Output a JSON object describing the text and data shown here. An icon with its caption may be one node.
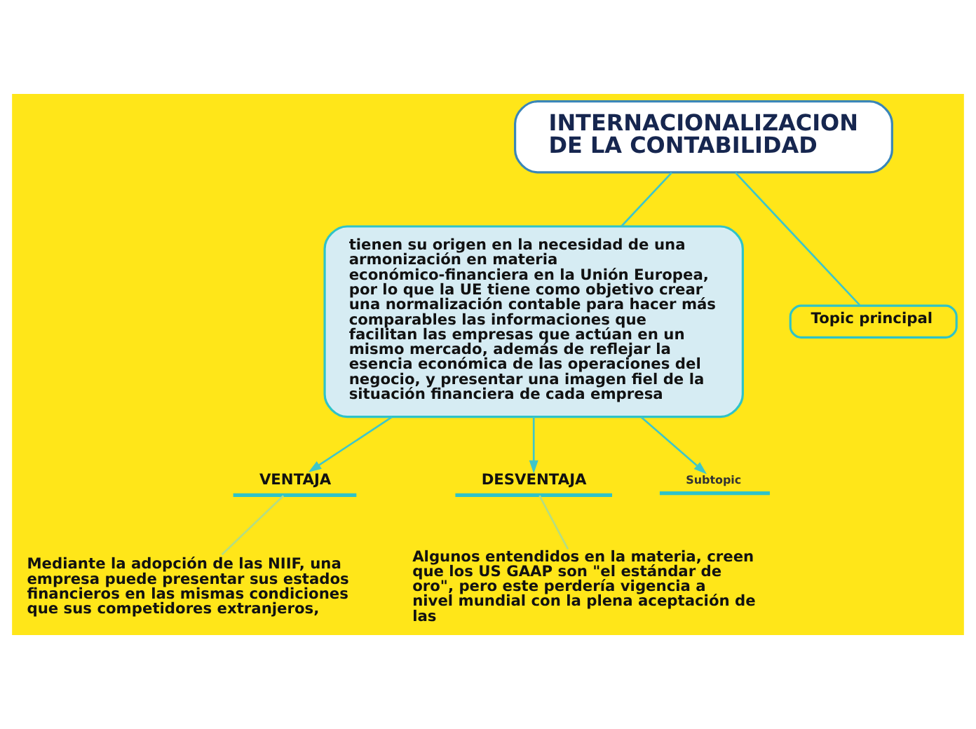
{
  "diagram": {
    "nodes": [
      {
        "text": [
          "INTERNACIONALIZACION DE LA CONTABILIDAD"
        ]
      },
      {
        "text": [
          "tienen su origen en la necesidad de una armonización en materia económico-financiera en la Unión Europea, por lo que la UE tiene como objetivo crear una normalización contable para hacer más comparables las informaciones que facilitan las empresas que actúan en un mismo mercado, además de reflejar la esencia económica de las operaciones del negocio, y presentar una imagen fiel de la situación financiera de cada empresa"
        ]
      },
      {
        "text": [
          "Topic principal"
        ]
      },
      {
        "text": [
          "VENTAJA"
        ]
      },
      {
        "text": [
          "DESVENTAJA"
        ]
      },
      {
        "text": [
          "Subtopic"
        ]
      },
      {
        "text": [
          "Mediante la adopción de las NIIF, una empresa puede presentar sus estados financieros en las mismas condiciones que sus competidores extranjeros,"
        ]
      },
      {
        "text": [
          "Algunos entendidos en la materia, creen que los US GAAP son \"el estándar de oro\", pero este perdería vigencia a nivel mundial con la plena aceptación de las"
        ]
      }
    ],
    "edges": [
      {
        "from": 0,
        "to": 1,
        "arrow": "none"
      },
      {
        "from": 0,
        "to": 2,
        "arrow": "none"
      },
      {
        "from": 1,
        "to": 3,
        "arrow": "to"
      },
      {
        "from": 1,
        "to": 4,
        "arrow": "to"
      },
      {
        "from": 1,
        "to": 5,
        "arrow": "to"
      },
      {
        "from": 3,
        "to": 6,
        "arrow": "none",
        "color": "#b5dd82"
      },
      {
        "from": 4,
        "to": 7,
        "arrow": "none",
        "color": "#b5dd82"
      }
    ]
  }
}
